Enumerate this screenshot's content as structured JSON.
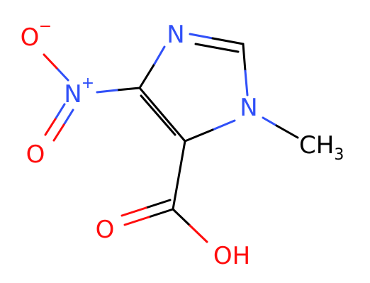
{
  "colors": {
    "carbon": "#000000",
    "nitrogen": "#3050f8",
    "oxygen": "#ff0d0d"
  },
  "atoms": {
    "n3": "N",
    "n1": "N",
    "n_nitro": "N",
    "n_nitro_charge": "+",
    "o_nitro_top": "O",
    "o_nitro_top_charge": "−",
    "o_nitro_bottom": "O",
    "o_carbonyl": "O",
    "oh": "OH",
    "methyl_c": "CH",
    "methyl_sub": "3"
  }
}
